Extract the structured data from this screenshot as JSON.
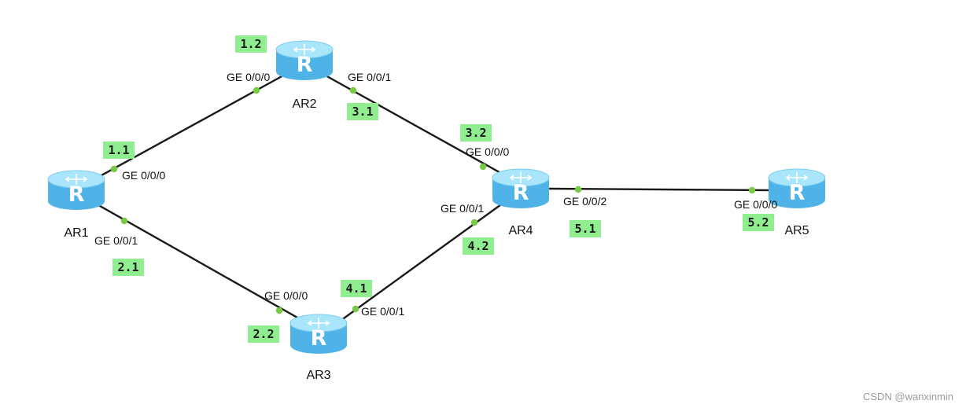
{
  "diagram": {
    "routers": [
      {
        "id": "AR1",
        "label": "AR1",
        "glyph": "R"
      },
      {
        "id": "AR2",
        "label": "AR2",
        "glyph": "R"
      },
      {
        "id": "AR3",
        "label": "AR3",
        "glyph": "R"
      },
      {
        "id": "AR4",
        "label": "AR4",
        "glyph": "R"
      },
      {
        "id": "AR5",
        "label": "AR5",
        "glyph": "R"
      }
    ],
    "links": [
      {
        "from": "AR1",
        "to": "AR2",
        "from_port": "GE 0/0/0",
        "to_port": "GE 0/0/0",
        "from_ip": "1.1",
        "to_ip": "1.2"
      },
      {
        "from": "AR2",
        "to": "AR4",
        "from_port": "GE 0/0/1",
        "to_port": "GE 0/0/0",
        "from_ip": "3.1",
        "to_ip": "3.2"
      },
      {
        "from": "AR1",
        "to": "AR3",
        "from_port": "GE 0/0/1",
        "to_port": "GE 0/0/0",
        "from_ip": "2.1",
        "to_ip": "2.2"
      },
      {
        "from": "AR3",
        "to": "AR4",
        "from_port": "GE 0/0/1",
        "to_port": "GE 0/0/1",
        "from_ip": "4.1",
        "to_ip": "4.2"
      },
      {
        "from": "AR4",
        "to": "AR5",
        "from_port": "GE 0/0/2",
        "to_port": "GE 0/0/0",
        "from_ip": "5.1",
        "to_ip": "5.2"
      }
    ],
    "colors": {
      "link": "#1a1a1a",
      "port_dot": "#7ac943",
      "ip_badge": "#90ee90",
      "router_top": "#a9e6fb",
      "router_body": "#4fb3e8",
      "router_glyph": "#ffffff"
    }
  },
  "footer": {
    "watermark": "CSDN @wanxinmin"
  }
}
